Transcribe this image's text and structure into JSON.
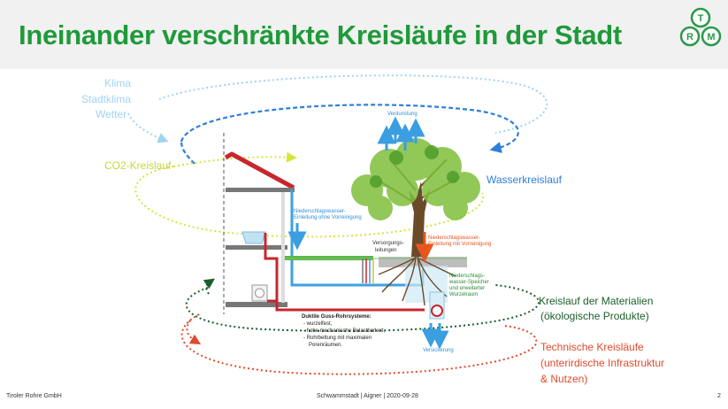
{
  "slide": {
    "title": "Ineinander verschränkte Kreisläufe in der Stadt",
    "page_number": "2"
  },
  "logo": {
    "letters": [
      "T",
      "R",
      "M"
    ]
  },
  "labels": {
    "klima": "Klima",
    "stadtklima": "Stadtklima",
    "wetter": "Wetter",
    "co2": "CO2-Kreislauf",
    "wasser": "Wasserkreislauf",
    "material_1": "Kreislauf der Materialien",
    "material_2": "(ökologische Produkte)",
    "technisch_1": "Technische Kreisläufe",
    "technisch_2": "(unterirdische Infrastruktur",
    "technisch_3": "& Nutzen)"
  },
  "annotations": {
    "verdunstung": "Verdunstung",
    "niederschlag_ohne_1": "Niederschlagswasser-",
    "niederschlag_ohne_2": "Einleitung ohne Vorreinigung",
    "niederschlag_mit_1": "Niederschlagswasser-",
    "niederschlag_mit_2": "Einleitung mit Vorreinigung",
    "versorgung_1": "Versorgungs-",
    "versorgung_2": "leitungen",
    "speicher_1": "Niederschlags-",
    "speicher_2": "wasser-Speicher",
    "speicher_3": "und erweiterter",
    "speicher_4": "Wurzelraum",
    "versickerung": "Versickerung",
    "duktile_title": "Duktile Guss-Rohrsysteme:",
    "duktile_1": "- wurzelfest,",
    "duktile_2": "- hohe mechanische Belastbarkeit,",
    "duktile_3": "- Rohrbettung mit maximalen",
    "duktile_4": "Porenräumen."
  },
  "footer": {
    "company": "Tiroler Rohre GmbH",
    "center": "Schwammstadt | Aigner | 2020-09-28"
  },
  "colors": {
    "title_green": "#1f9a3a",
    "klima_blue": "#9fd3ef",
    "water_blue": "#2f7fd8",
    "co2_yellow": "#d5e63a",
    "material_green": "#1b5e2a",
    "technical_red": "#e24a2a",
    "pipe_red": "#c8262e",
    "pipe_blue": "#3da0e0",
    "arrow_blue": "#3a9ee0",
    "arrow_orange": "#e8561e"
  }
}
